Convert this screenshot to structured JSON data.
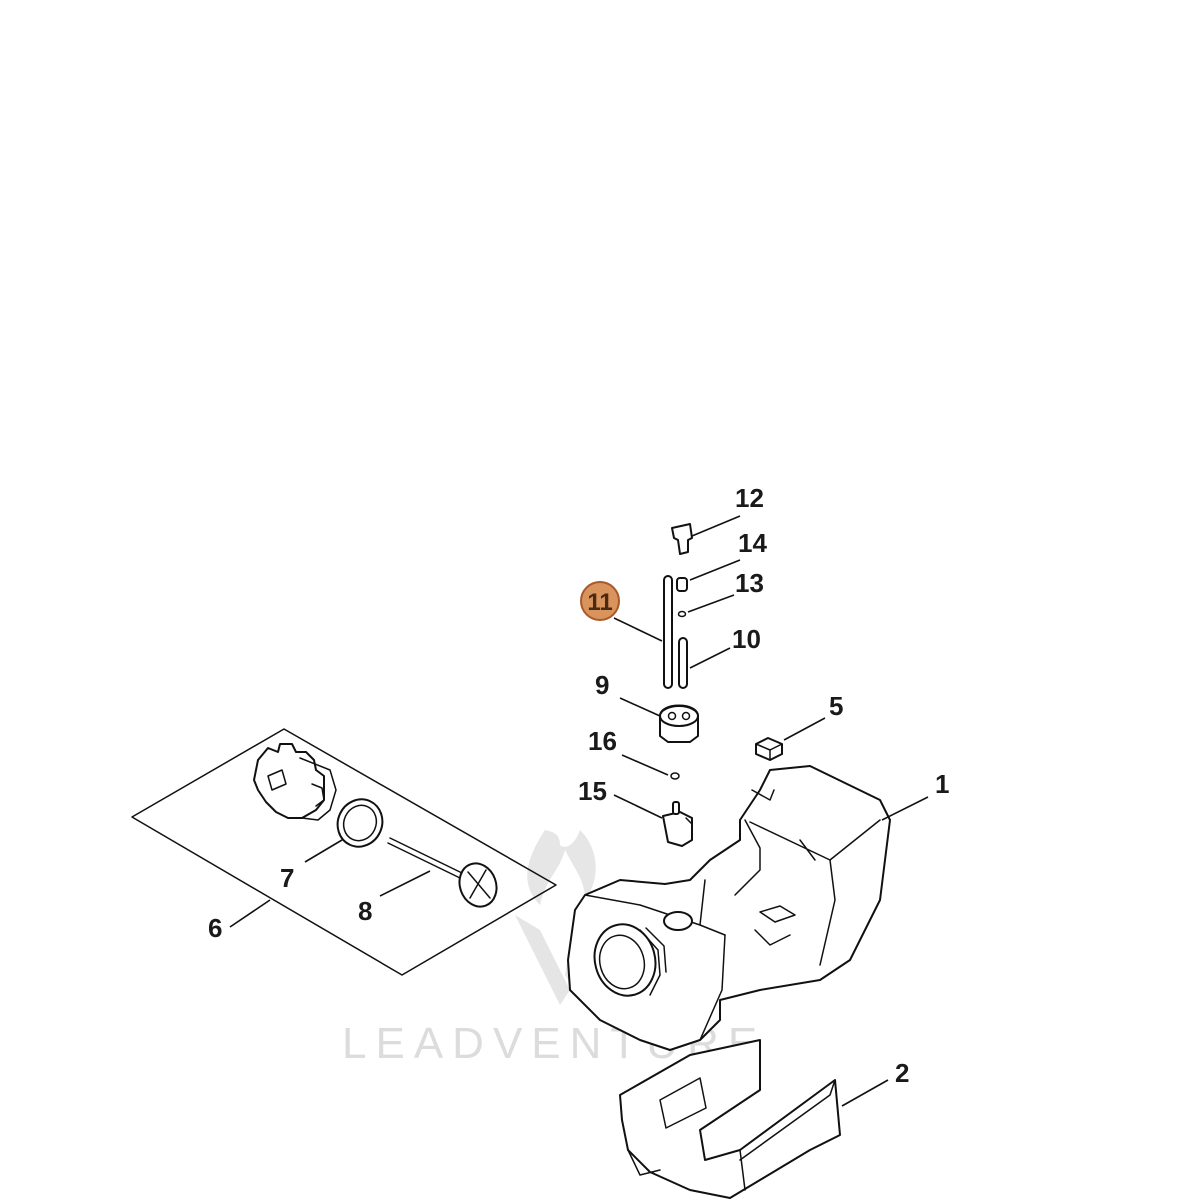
{
  "diagram": {
    "highlight_color": "#d9935c",
    "highlight_border": "#a85a28",
    "watermark": {
      "text": "LEADVENTURE",
      "color": "#d9d9d9"
    },
    "callouts": [
      {
        "id": "1",
        "label": "1",
        "part": "fuel-tank"
      },
      {
        "id": "2",
        "label": "2",
        "part": "tank-base-bracket"
      },
      {
        "id": "5",
        "label": "5",
        "part": "rubber-pad"
      },
      {
        "id": "6",
        "label": "6",
        "part": "cap-kit"
      },
      {
        "id": "7",
        "label": "7",
        "part": "gasket-ring"
      },
      {
        "id": "8",
        "label": "8",
        "part": "fuel-pickup-tool"
      },
      {
        "id": "9",
        "label": "9",
        "part": "grommet"
      },
      {
        "id": "10",
        "label": "10",
        "part": "short-fuel-line"
      },
      {
        "id": "11",
        "label": "11",
        "part": "long-fuel-line",
        "highlighted": true
      },
      {
        "id": "12",
        "label": "12",
        "part": "fuel-filter"
      },
      {
        "id": "13",
        "label": "13",
        "part": "o-ring"
      },
      {
        "id": "14",
        "label": "14",
        "part": "fitting"
      },
      {
        "id": "15",
        "label": "15",
        "part": "valve"
      },
      {
        "id": "16",
        "label": "16",
        "part": "small-o-ring"
      }
    ]
  }
}
